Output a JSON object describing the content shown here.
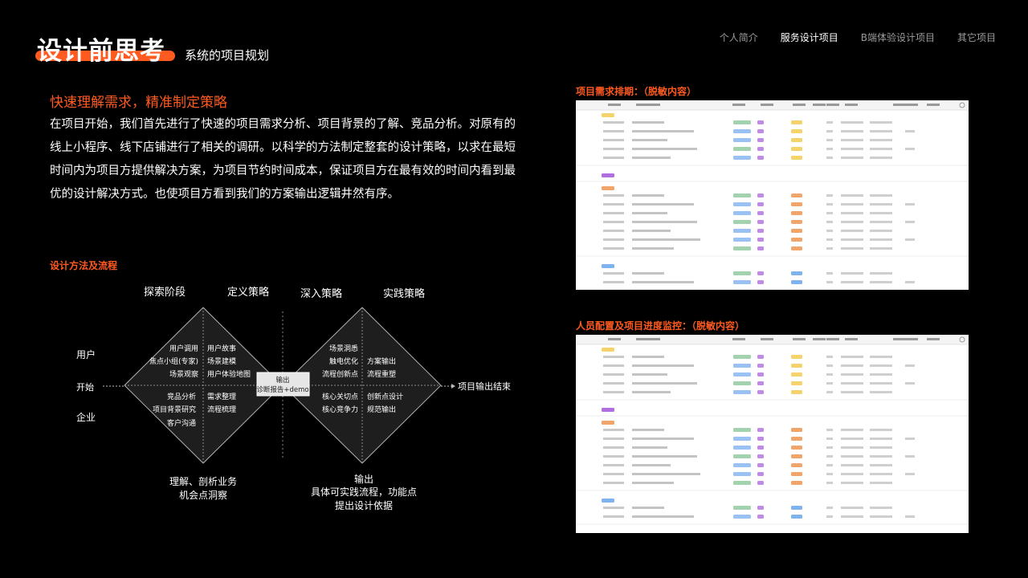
{
  "header": {
    "title": "设计前思考",
    "subtitle": "系统的项目规划"
  },
  "nav": {
    "items": [
      {
        "label": "个人简介",
        "active": false
      },
      {
        "label": "服务设计项目",
        "active": true
      },
      {
        "label": "B端体验设计项目",
        "active": false
      },
      {
        "label": "其它项目",
        "active": false
      }
    ]
  },
  "intro": {
    "heading": "快速理解需求，精准制定策略",
    "paragraph": "在项目开始，我们首先进行了快速的项目需求分析、项目背景的了解、竞品分析。对原有的线上小程序、线下店铺进行了相关的调研。以科学的方法制定整套的设计策略，以求在最短时间内为项目方提供解决方案，为项目节约时间成本，保证项目方在最有效的时间内看到最优的设计解决方式。也使项目方看到我们的方案输出逻辑井然有序。"
  },
  "method": {
    "label": "设计方法及流程",
    "phases": [
      "探索阶段",
      "定义策略",
      "深入策略",
      "实践策略"
    ],
    "left_side": {
      "top": "用户",
      "middle": "开始",
      "bottom": "企业"
    },
    "end_label": "项目输出结束",
    "left_diamond": {
      "upper_left": [
        "用户调用",
        "焦点小组(专家)",
        "场景观察"
      ],
      "upper_right": [
        "用户故事",
        "场景建模",
        "用户体验地图"
      ],
      "lower_left": [
        "竞品分析",
        "项目背景研究",
        "客户沟通"
      ],
      "lower_right": [
        "需求整理",
        "流程梳理"
      ]
    },
    "right_diamond": {
      "upper_left": [
        "场景洞悉",
        "触电优化",
        "流程创新点"
      ],
      "upper_right": [
        "方案输出",
        "流程重塑"
      ],
      "lower_left": [
        "核心关切点",
        "核心竞争力"
      ],
      "lower_right": [
        "创新点设计",
        "规范输出"
      ]
    },
    "center_box": [
      "输出",
      "诊断报告+demo"
    ],
    "bottom_left": [
      "理解、剖析业务",
      "机会点洞察"
    ],
    "bottom_right": [
      "输出",
      "具体可实践流程，功能点",
      "提出设计依据"
    ]
  },
  "right": {
    "label_1": "项目需求排期：（脱敏内容）",
    "label_2": "人员配置及项目进度监控：（脱敏内容）"
  },
  "colors": {
    "accent": "#ff5a1f",
    "background": "#000000",
    "diamond_fill": "#1e1e1e",
    "tag_yellow": "#f5d36b",
    "tag_purple": "#b06ee0",
    "tag_orange": "#f2a56b",
    "tag_blue": "#7fb3f0",
    "tag_green": "#8cc79a"
  }
}
